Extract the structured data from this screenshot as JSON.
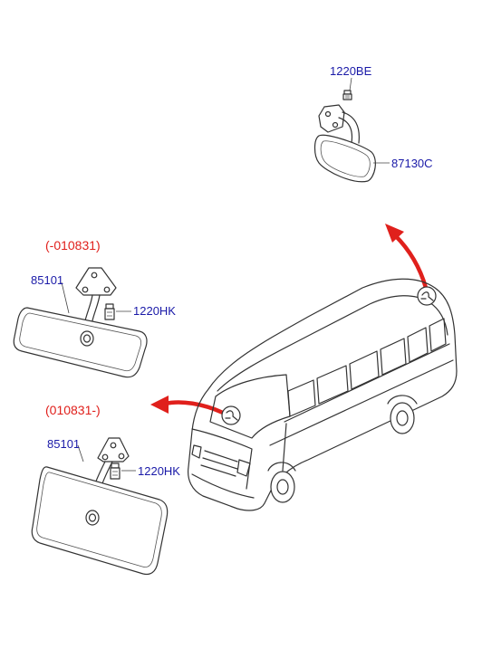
{
  "labels": {
    "bolt_top": "1220BE",
    "mirror_top": "87130C",
    "period_upper": "(-010831)",
    "mirror_upper": "85101",
    "bolt_upper": "1220HK",
    "period_lower": "(010831-)",
    "mirror_lower": "85101",
    "bolt_lower": "1220HK"
  },
  "colors": {
    "part_label": "#1a1aa8",
    "period_label": "#e0201c",
    "arrow": "#e0201c",
    "line": "#333333"
  }
}
